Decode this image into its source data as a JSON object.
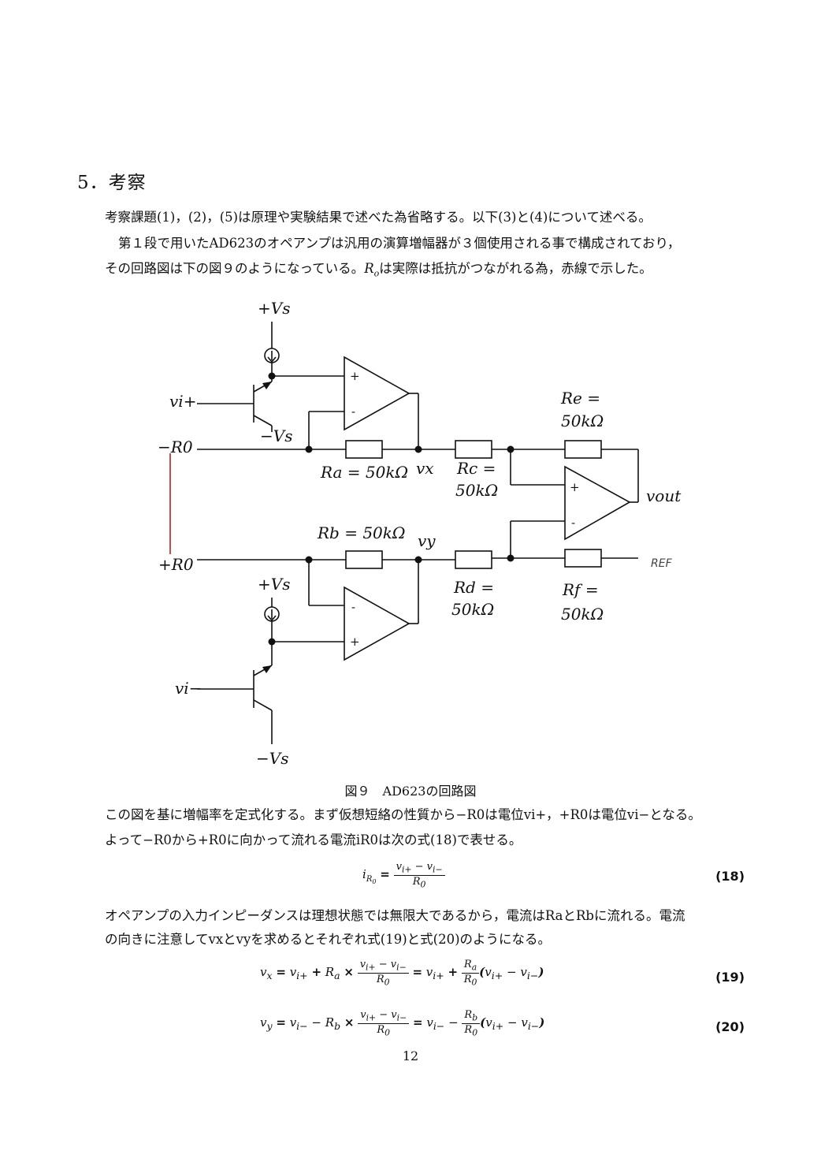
{
  "section": {
    "title": "5．考察"
  },
  "paragraphs": {
    "p1": "考察課題(1)，(2)，(5)は原理や実験結果で述べた為省略する。以下(3)と(4)について述べる。",
    "p2": "第１段で用いたAD623のオペアンプは汎用の演算増幅器が３個使用される事で構成されており，",
    "p3a": "その回路図は下の図９のようになっている。",
    "p3b": "は実際は抵抗がつながれる為，赤線で示した。",
    "p4": "この図を基に増幅率を定式化する。まず仮想短絡の性質から−R0は電位vi+，+R0は電位vi−となる。",
    "p5": "よって−R0から+R0に向かって流れる電流iR0は次の式(18)で表せる。",
    "p6": "オペアンプの入力インピーダンスは理想状態では無限大であるから，電流はRaとRbに流れる。電流",
    "p7": "の向きに注意してvxとvyを求めるとそれぞれ式(19)と式(20)のようになる。"
  },
  "figure": {
    "caption": "図９　AD623の回路図",
    "labels": {
      "vs_top1": "+Vs",
      "vs_bot1": "−Vs",
      "vs_top2": "+Vs",
      "vs_bot2": "−Vs",
      "vi_plus": "vi+",
      "vi_minus": "vi−",
      "r0_minus": "−R0",
      "r0_plus": "+R0",
      "ra": "Ra = 50kΩ",
      "rb": "Rb = 50kΩ",
      "rc1": "Rc =",
      "rc2": "50kΩ",
      "rd1": "Rd =",
      "rd2": "50kΩ",
      "re1": "Re =",
      "re2": "50kΩ",
      "rf1": "Rf =",
      "rf2": "50kΩ",
      "vx": "vx",
      "vy": "vy",
      "vout": "vout",
      "ref": "REF",
      "plus": "+",
      "minus": "-"
    }
  },
  "equations": {
    "eq18": {
      "num": "(18)"
    },
    "eq19": {
      "num": "(19)"
    },
    "eq20": {
      "num": "(20)"
    }
  },
  "page_number": "12"
}
